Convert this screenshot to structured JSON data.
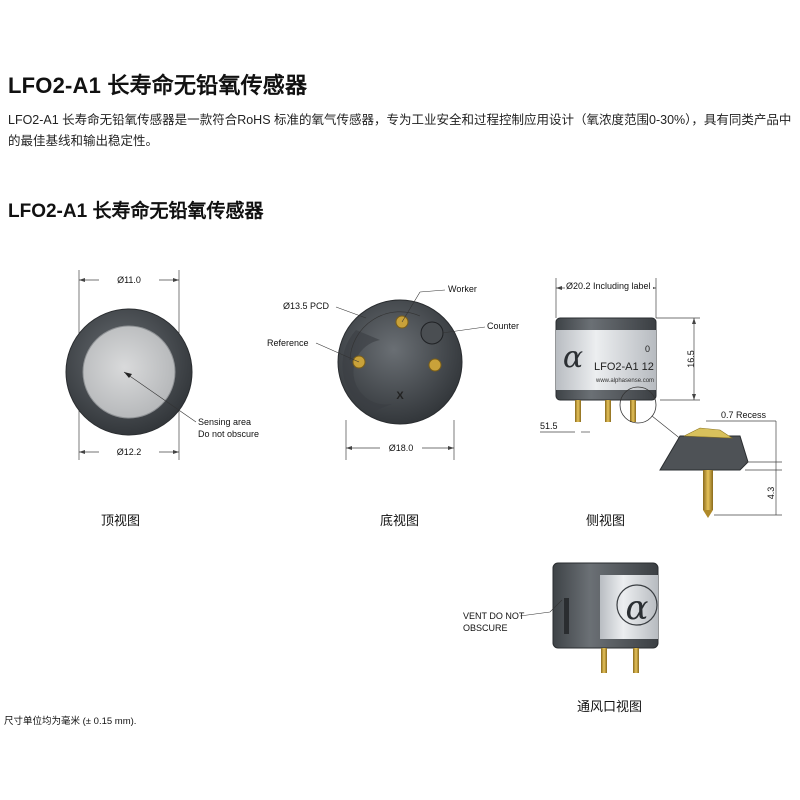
{
  "heading": "LFO2-A1 长寿命无铅氧传感器",
  "description": "LFO2-A1 长寿命无铅氧传感器是一款符合RoHS 标准的氧气传感器，专为工业安全和过程控制应用设计（氧浓度范围0-30%），具有同类产品中的最佳基线和输出稳定性。",
  "subheading": "LFO2-A1 长寿命无铅氧传感器",
  "top_view": {
    "dim_top": "Ø11.0",
    "dim_bottom": "Ø12.2",
    "sensing_label_1": "Sensing area",
    "sensing_label_2": "Do not obscure",
    "caption": "顶视图"
  },
  "bottom_view": {
    "pcd": "Ø13.5 PCD",
    "worker": "Worker",
    "counter": "Counter",
    "reference": "Reference",
    "mark": "X",
    "dim_bottom": "Ø18.0",
    "caption": "底视图"
  },
  "side_view": {
    "dim_top": "Ø20.2 Including label",
    "height": "16.5",
    "pin_left": "51.5",
    "recess": "0.7 Recess",
    "pin_len": "4.3",
    "label_text": "LFO2-A1 12",
    "label_url": "www.alphasense.com",
    "label_code": "0",
    "caption": "侧视图"
  },
  "vent_view": {
    "label_1": "VENT DO NOT",
    "label_2": "OBSCURE",
    "caption": "通风口视图"
  },
  "logo_glyph": "α",
  "footnote": "尺寸单位均为毫米 (± 0.15 mm)."
}
